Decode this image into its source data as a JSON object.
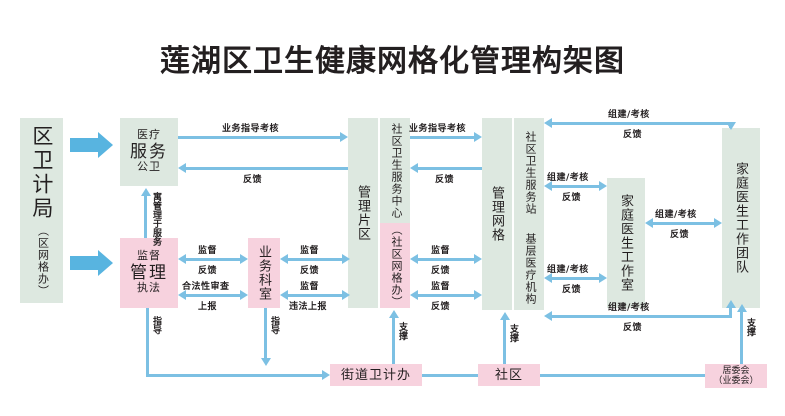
{
  "title": "莲湖区卫生健康网格化管理构架图",
  "colors": {
    "green_fill": "#dde8e0",
    "pink_fill": "#f7d2de",
    "arrow_blue": "#7cc0e3",
    "block_arrow_blue": "#58b4e0",
    "text": "#231f20",
    "background": "#ffffff"
  },
  "nodes": {
    "district_bureau": {
      "main": "区卫计局",
      "sub": "（区网格办）"
    },
    "medical_service": {
      "line1": "医疗",
      "line2": "服务",
      "line3": "公卫"
    },
    "supervision": {
      "line1": "监督",
      "line2": "管理",
      "line3": "执法"
    },
    "business_office": {
      "label": "业务科室"
    },
    "management_district": {
      "label": "管理片区"
    },
    "community_center": {
      "label": "社区卫生服务中心"
    },
    "community_grid_office": {
      "label": "（社区网格办）"
    },
    "management_grid": {
      "label": "管理网格"
    },
    "community_station": {
      "label": "社区卫生服务站"
    },
    "primary_medical": {
      "label": "基层医疗机构"
    },
    "family_doctor_studio": {
      "label": "家庭医生工作室"
    },
    "family_doctor_team": {
      "label": "家庭医生工作团队"
    },
    "street_office": {
      "label": "街道卫计办"
    },
    "community": {
      "label": "社区"
    },
    "residents_committee": {
      "main": "居委会",
      "sub": "（业委会）"
    }
  },
  "edge_labels": {
    "business_guidance": "业务指导考核",
    "feedback": "反馈",
    "supervise": "监督",
    "legality_review": "合法性审查",
    "report_up": "上报",
    "illegal_report": "违法上报",
    "guide": "指导",
    "support": "支撑",
    "service_in_management": "寓管理于服务",
    "establish_assess": "组建/考核"
  }
}
